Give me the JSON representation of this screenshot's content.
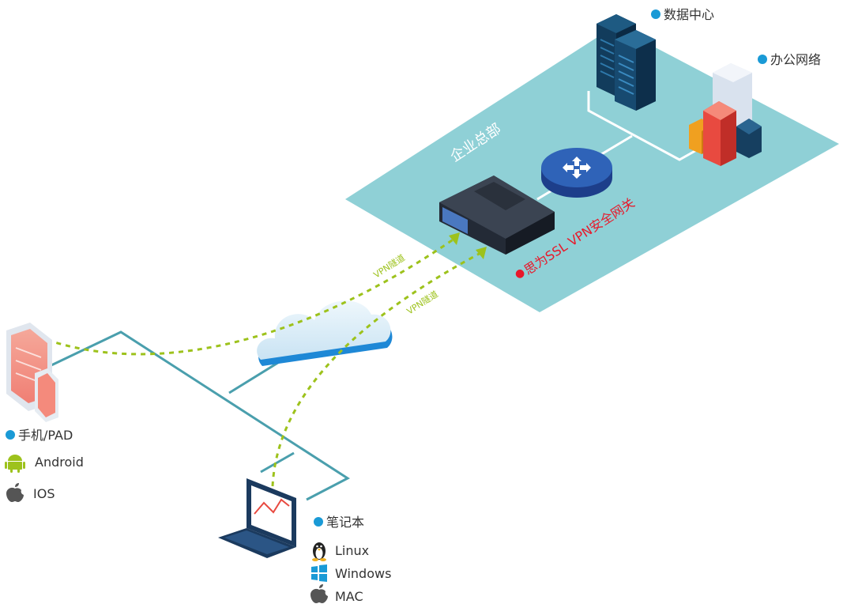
{
  "hq": {
    "title": "企业总部",
    "datacenter_label": "数据中心",
    "office_label": "办公网络",
    "gateway_label": "思为SSL VPN安全网关"
  },
  "tunnels": {
    "label_upper": "VPN隧道",
    "label_lower": "VPN隧道"
  },
  "mobile": {
    "title": "手机/PAD",
    "os": [
      "Android",
      "IOS"
    ]
  },
  "laptop": {
    "title": "笔记本",
    "os": [
      "Linux",
      "Windows",
      "MAC"
    ]
  },
  "colors": {
    "platform": "#8fd0d6",
    "tunnel": "#9dc21c",
    "link": "#4a9fad",
    "bullet": "#1a9ad6",
    "gateway_dot": "#e8182a",
    "gateway_text": "#e8182a",
    "cloud": "#d3eaf7",
    "router": "#2a5aaa"
  },
  "icons": {
    "datacenter": "server-rack-icon",
    "office": "building-icon",
    "router": "router-icon",
    "gateway": "gateway-appliance-icon",
    "internet": "cloud-icon",
    "tablet": "tablet-icon",
    "phone": "phone-icon",
    "laptop": "laptop-icon",
    "android": "android-icon",
    "apple": "apple-icon",
    "linux": "linux-icon",
    "windows": "windows-icon"
  }
}
